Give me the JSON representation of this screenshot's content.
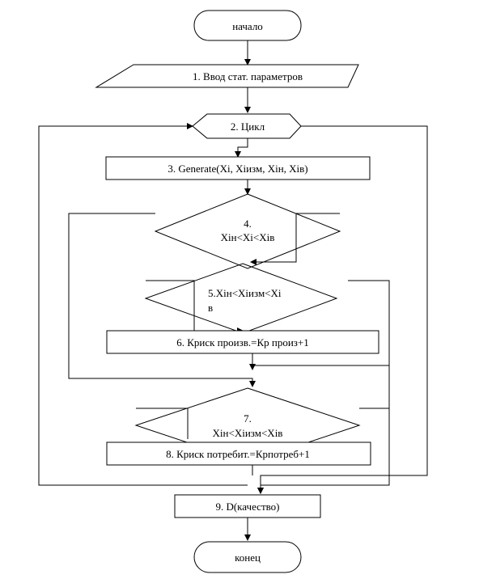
{
  "nodes": {
    "start": "начало",
    "input": "1. Ввод стат. параметров",
    "cycle": "2. Цикл",
    "generate": "3. Generate(Xi, Xiизм, Xiн, Xiв)",
    "cond4_line1": "4.",
    "cond4_line2": "Xiн<Xi<Xiв",
    "cond5_line1": "5.Xiн<Xiизм<Xi",
    "cond5_line2": "в",
    "risk_producer": "6. Криск произв.=Кр произ+1",
    "cond7_line1": "7.",
    "cond7_line2": "Xiн<Xiизм<Xiв",
    "risk_consumer": "8. Криск потребит.=Крпотреб+1",
    "quality": "9. D(качество)",
    "end": "конец"
  }
}
